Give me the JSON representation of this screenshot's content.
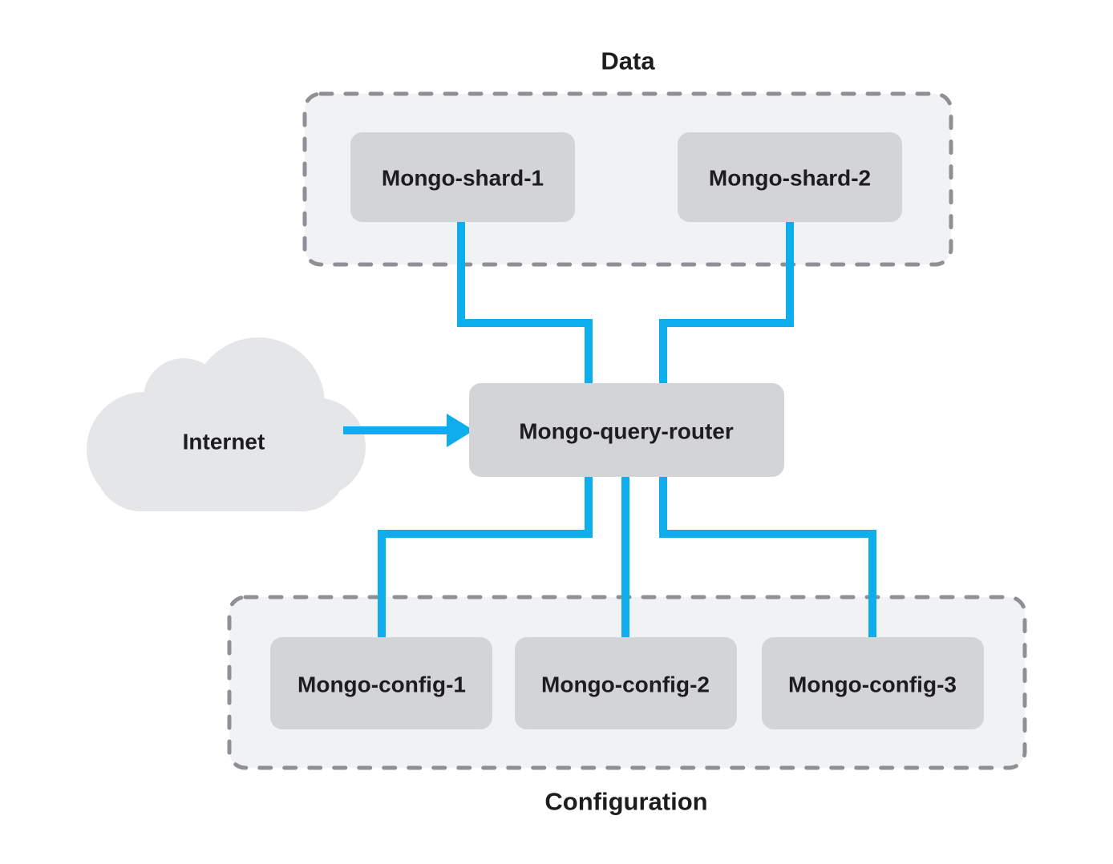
{
  "diagram": {
    "colors": {
      "background": "#ffffff",
      "connector": "#0eadec",
      "node_fill": "#d3d4d6",
      "group_fill": "#f1f2f4",
      "group_border": "#8e9094",
      "cloud_fill": "#e5e6e8",
      "text": "#1d1d1f"
    },
    "internet": {
      "label": "Internet"
    },
    "router": {
      "label": "Mongo-query-router"
    },
    "groups": {
      "data": {
        "label": "Data",
        "nodes": [
          {
            "label": "Mongo-shard-1"
          },
          {
            "label": "Mongo-shard-2"
          }
        ]
      },
      "configuration": {
        "label": "Configuration",
        "nodes": [
          {
            "label": "Mongo-config-1"
          },
          {
            "label": "Mongo-config-2"
          },
          {
            "label": "Mongo-config-3"
          }
        ]
      }
    },
    "connections": [
      {
        "from": "Internet",
        "to": "Mongo-query-router",
        "style": "arrow"
      },
      {
        "from": "Mongo-shard-1",
        "to": "Mongo-query-router",
        "style": "line"
      },
      {
        "from": "Mongo-shard-2",
        "to": "Mongo-query-router",
        "style": "line"
      },
      {
        "from": "Mongo-query-router",
        "to": "Mongo-config-1",
        "style": "line"
      },
      {
        "from": "Mongo-query-router",
        "to": "Mongo-config-2",
        "style": "line"
      },
      {
        "from": "Mongo-query-router",
        "to": "Mongo-config-3",
        "style": "line"
      }
    ]
  }
}
